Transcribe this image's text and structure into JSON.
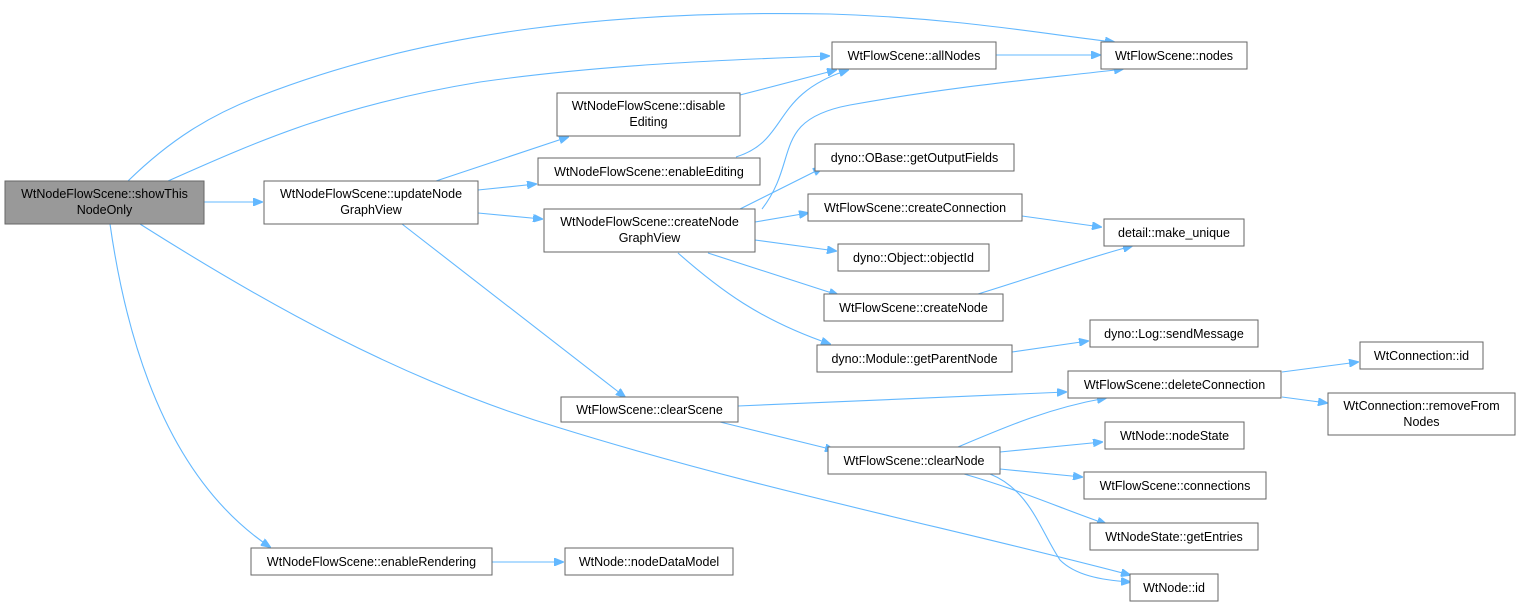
{
  "colors": {
    "edge": "#63b8ff",
    "root_fill": "#999999",
    "node_fill": "#ffffff",
    "node_border": "#666666"
  },
  "nodes": {
    "root": [
      "WtNodeFlowScene::showThis",
      "NodeOnly"
    ],
    "updateNodeGraphView": [
      "WtNodeFlowScene::updateNode",
      "GraphView"
    ],
    "enableRendering": [
      "WtNodeFlowScene::enableRendering"
    ],
    "disableEditing": [
      "WtNodeFlowScene::disable",
      "Editing"
    ],
    "enableEditing": [
      "WtNodeFlowScene::enableEditing"
    ],
    "createNodeGraphView": [
      "WtNodeFlowScene::createNode",
      "GraphView"
    ],
    "clearScene": [
      "WtFlowScene::clearScene"
    ],
    "nodeDataModel": [
      "WtNode::nodeDataModel"
    ],
    "allNodes": [
      "WtFlowScene::allNodes"
    ],
    "getOutputFields": [
      "dyno::OBase::getOutputFields"
    ],
    "createConnection": [
      "WtFlowScene::createConnection"
    ],
    "objectId": [
      "dyno::Object::objectId"
    ],
    "createNode": [
      "WtFlowScene::createNode"
    ],
    "getParentNode": [
      "dyno::Module::getParentNode"
    ],
    "clearNode": [
      "WtFlowScene::clearNode"
    ],
    "nodes": [
      "WtFlowScene::nodes"
    ],
    "makeUnique": [
      "detail::make_unique"
    ],
    "sendMessage": [
      "dyno::Log::sendMessage"
    ],
    "deleteConnection": [
      "WtFlowScene::deleteConnection"
    ],
    "nodeState": [
      "WtNode::nodeState"
    ],
    "connections": [
      "WtFlowScene::connections"
    ],
    "getEntries": [
      "WtNodeState::getEntries"
    ],
    "nodeId": [
      "WtNode::id"
    ],
    "connectionId": [
      "WtConnection::id"
    ],
    "removeFromNodes": [
      "WtConnection::removeFrom",
      "Nodes"
    ]
  },
  "edges": [
    [
      "root",
      "nodes"
    ],
    [
      "root",
      "allNodes"
    ],
    [
      "root",
      "updateNodeGraphView"
    ],
    [
      "root",
      "enableRendering"
    ],
    [
      "root",
      "nodeId"
    ],
    [
      "updateNodeGraphView",
      "disableEditing"
    ],
    [
      "updateNodeGraphView",
      "enableEditing"
    ],
    [
      "updateNodeGraphView",
      "createNodeGraphView"
    ],
    [
      "updateNodeGraphView",
      "clearScene"
    ],
    [
      "disableEditing",
      "allNodes"
    ],
    [
      "enableEditing",
      "allNodes"
    ],
    [
      "createNodeGraphView",
      "nodes"
    ],
    [
      "createNodeGraphView",
      "getOutputFields"
    ],
    [
      "createNodeGraphView",
      "createConnection"
    ],
    [
      "createNodeGraphView",
      "objectId"
    ],
    [
      "createNodeGraphView",
      "createNode"
    ],
    [
      "createNodeGraphView",
      "getParentNode"
    ],
    [
      "allNodes",
      "nodes"
    ],
    [
      "createConnection",
      "makeUnique"
    ],
    [
      "createNode",
      "makeUnique"
    ],
    [
      "getParentNode",
      "sendMessage"
    ],
    [
      "clearScene",
      "deleteConnection"
    ],
    [
      "clearScene",
      "clearNode"
    ],
    [
      "clearNode",
      "deleteConnection"
    ],
    [
      "clearNode",
      "nodeState"
    ],
    [
      "clearNode",
      "connections"
    ],
    [
      "clearNode",
      "getEntries"
    ],
    [
      "clearNode",
      "nodeId"
    ],
    [
      "deleteConnection",
      "connectionId"
    ],
    [
      "deleteConnection",
      "removeFromNodes"
    ],
    [
      "enableRendering",
      "nodeDataModel"
    ]
  ]
}
